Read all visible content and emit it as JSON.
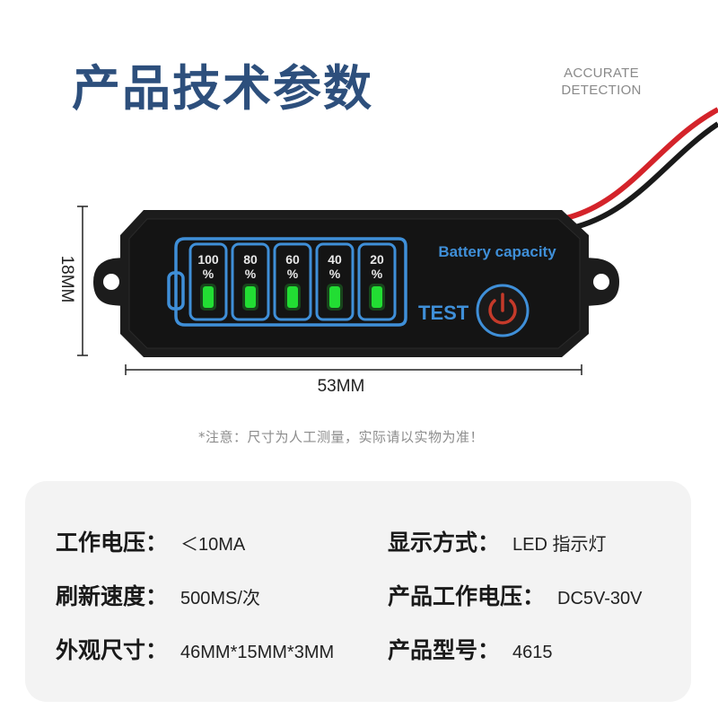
{
  "header": {
    "title": "产品技术参数",
    "tagline_line1": "ACCURATE",
    "tagline_line2": "DETECTION"
  },
  "device": {
    "battery_label": "Battery capacity",
    "test_label": "TEST",
    "levels": [
      "100",
      "80",
      "60",
      "40",
      "20"
    ],
    "percent_sign": "%",
    "led_color": "#22dd33",
    "body_color": "#1c1c1c",
    "accent_blue": "#3f8fd8",
    "button_ring_color": "#c53a2a",
    "wire_colors": [
      "#d4232a",
      "#1a1a1a"
    ]
  },
  "dimensions": {
    "width": "53MM",
    "height": "18MM"
  },
  "note": "*注意：尺寸为人工测量，实际请以实物为准！",
  "specs": {
    "working_current": {
      "label": "工作电压：",
      "value": "＜10MA"
    },
    "display_mode": {
      "label": "显示方式：",
      "value": "LED 指示灯"
    },
    "refresh_rate": {
      "label": "刷新速度：",
      "value": "500MS/次"
    },
    "product_voltage": {
      "label": "产品工作电压：",
      "value": "DC5V-30V"
    },
    "size": {
      "label": "外观尺寸：",
      "value": "46MM*15MM*3MM"
    },
    "model": {
      "label": "产品型号：",
      "value": "4615"
    }
  }
}
